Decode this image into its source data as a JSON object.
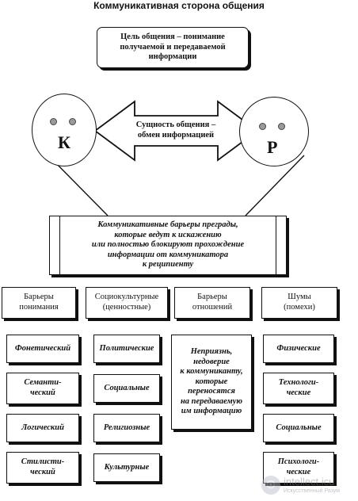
{
  "title": "Коммуникативная сторона общения",
  "goal": "Цель общения – понимание\nполучаемой и передаваемой\nинформации",
  "essence": "Сущность общения –\nобмен информацией",
  "communicator_letter": "К",
  "recipient_letter": "Р",
  "barriers_box": "Коммуникативные барьеры преграды,\nкоторые ведут к искажению\nили полностью блокируют прохождение\nинформации от коммуникатора\nк реципиенту",
  "categories": [
    "Барьеры\nпонимания",
    "Социокультурные\n(ценностные)",
    "Барьеры\nотношений",
    "Шумы\n(помехи)"
  ],
  "understanding": [
    "Фонетический",
    "Семанти-\nческий",
    "Логический",
    "Стилисти-\nческий"
  ],
  "sociocultural": [
    "Политические",
    "Социальные",
    "Религиозные",
    "Культурные"
  ],
  "relations": "Неприязнь,\nнедоверие\nк коммуниканту,\nкоторые\nпереносятся\nна передаваемую\nим информацию",
  "noise": [
    "Физические",
    "Технологи-\nческие",
    "Социальные",
    "Психологи-\nческие"
  ],
  "watermark": {
    "name": "intellect.icu",
    "sub": "Искусственный Разум"
  }
}
